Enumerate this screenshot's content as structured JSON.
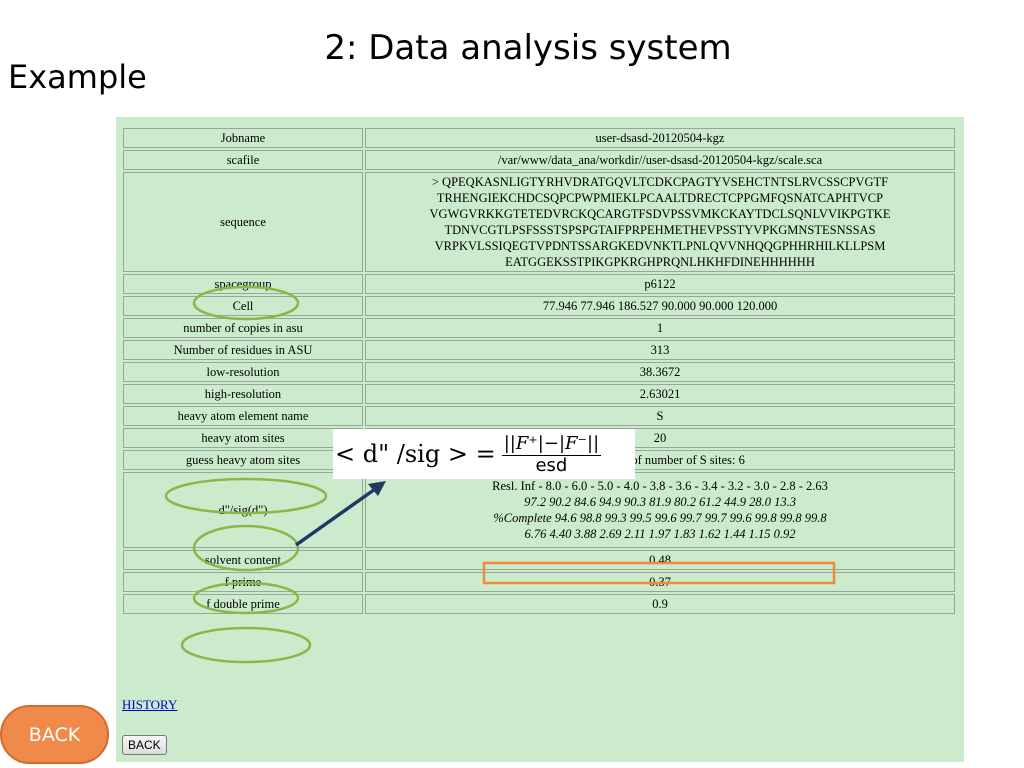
{
  "slide": {
    "title": "2: Data analysis system",
    "subtitle": "Example"
  },
  "table": {
    "rows": [
      {
        "key": "Jobname",
        "value": "user-dsasd-20120504-kgz"
      },
      {
        "key": "scafile",
        "value": "/var/www/data_ana/workdir//user-dsasd-20120504-kgz/scale.sca"
      },
      {
        "key": "sequence",
        "value_lines": [
          "> QPEQKASNLIGTYRHVDRATGQVLTCDKCPAGTYVSEHCTNTSLRVCSSCPVGTF",
          "TRHENGIEKCHDCSQPCPWPMIEKLPCAALTDRECTCPPGMFQSNATCAPHTVCP",
          "VGWGVRKKGTETEDVRCKQCARGTFSDVPSSVMKCKAYTDCLSQNLVVIKPGTKE",
          "TDNVCGTLPSFSSSTSPSPGTAIFPRPEHMETHEVPSSTYVPKGMNSTESNSSAS",
          "VRPKVLSSIQEGTVPDNTSSARGKEDVNKTLPNLQVVNHQQGPHHRHILKLLPSM",
          "EATGGEKSSTPIKGPKRGHPRQNLHKHFDINEHHHHHH"
        ]
      },
      {
        "key": "spacegroup",
        "value": "p6122"
      },
      {
        "key": "Cell",
        "value": "77.946 77.946 186.527 90.000 90.000 120.000"
      },
      {
        "key": "number of copies in asu",
        "value": "1"
      },
      {
        "key": "Number of residues in ASU",
        "value": "313"
      },
      {
        "key": "low-resolution",
        "value": "38.3672"
      },
      {
        "key": "high-resolution",
        "value": "2.63021"
      },
      {
        "key": "heavy atom element name",
        "value": "S"
      },
      {
        "key": "heavy atom sites",
        "value": "20"
      },
      {
        "key": "guess heavy atom sites",
        "value": "Best guess of number of S sites: 6"
      },
      {
        "key": "d\"/sig(d\")",
        "value_lines": [
          "Resl. Inf - 8.0 - 6.0 - 5.0 - 4.0 - 3.8 - 3.6 - 3.4 - 3.2 - 3.0 - 2.8 - 2.63",
          "97.2 90.2 84.6 94.9 90.3 81.9 80.2 61.2 44.9 28.0 13.3",
          "%Complete 94.6 98.8 99.3 99.5 99.6 99.7 99.7 99.6 99.8 99.8 99.8",
          "6.76 4.40 3.88 2.69 2.11 1.97 1.83 1.62 1.44 1.15 0.92"
        ]
      },
      {
        "key": "solvent content",
        "value": "0.48"
      },
      {
        "key": "f prime",
        "value": "0.37"
      },
      {
        "key": "f double prime",
        "value": "0.9"
      }
    ]
  },
  "formula": {
    "lhs": "< d\" /sig > =",
    "numerator": "||F⁺|−|F⁻||",
    "denominator": "esd"
  },
  "links": {
    "history": "HISTORY",
    "back_button": "BACK",
    "slide_back": "BACK"
  },
  "colors": {
    "panel_bg": "#ccebcc",
    "highlight_ellipse": "#8db547",
    "highlight_box": "#f08a3c",
    "arrow": "#1f3864",
    "slide_back_bg": "#f08a4b"
  }
}
